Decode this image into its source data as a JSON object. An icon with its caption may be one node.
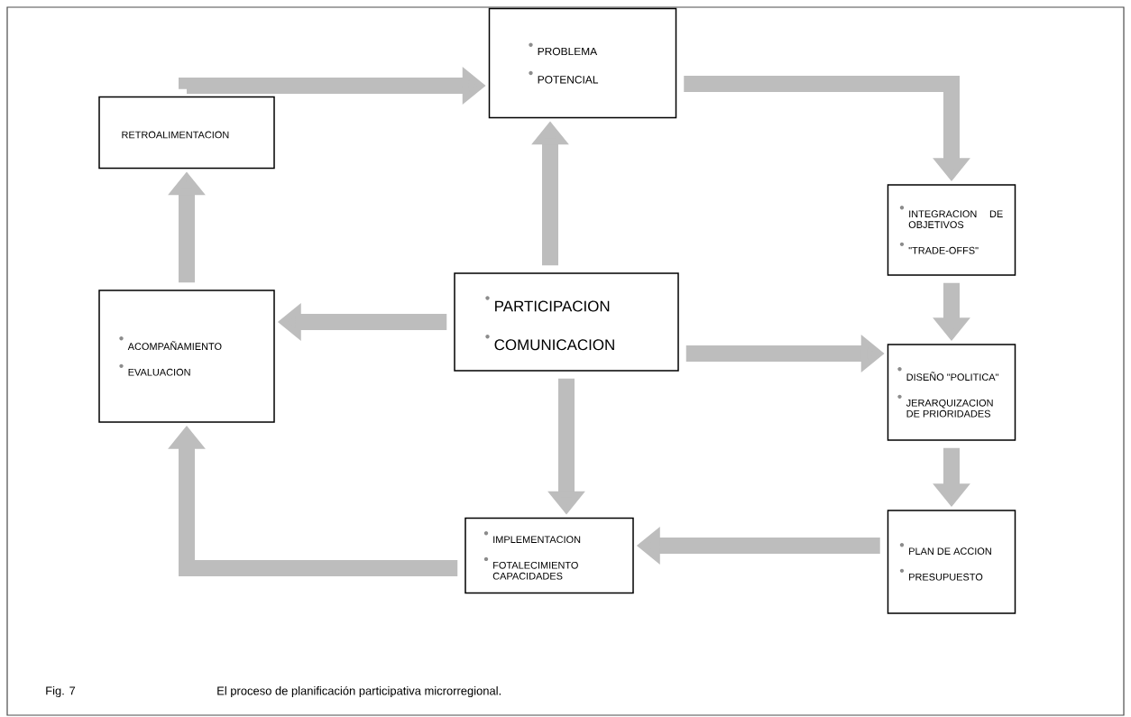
{
  "diagram": {
    "caption": "El proceso de planificación participativa microrregional.",
    "nodes": [
      {
        "text": [
          "PROBLEMA",
          "POTENCIAL"
        ]
      },
      {
        "text": [
          "INTEGRACION DE OBJETIVOS",
          "\"TRADE-OFFS\""
        ]
      },
      {
        "text": [
          "DISEÑO \"POLITICA\"",
          "JERARQUIZACION DE PRIORIDADES"
        ]
      },
      {
        "text": [
          "PLAN DE ACCION",
          "PRESUPUESTO"
        ]
      },
      {
        "text": [
          "IMPLEMENTACION",
          "FOTALECIMIENTO CAPACIDADES"
        ]
      },
      {
        "text": [
          "ACOMPAÑAMIENTO",
          "EVALUACION"
        ]
      },
      {
        "text": [
          "RETROALIMENTACION"
        ]
      },
      {
        "text": [
          "PARTICIPACION",
          "COMUNICACION"
        ]
      }
    ],
    "edges": [
      {
        "from": 6,
        "to": 0,
        "arrow": "to"
      },
      {
        "from": 0,
        "to": 1,
        "arrow": "to"
      },
      {
        "from": 1,
        "to": 2,
        "arrow": "to"
      },
      {
        "from": 2,
        "to": 3,
        "arrow": "to"
      },
      {
        "from": 3,
        "to": 4,
        "arrow": "to"
      },
      {
        "from": 4,
        "to": 5,
        "arrow": "to"
      },
      {
        "from": 5,
        "to": 6,
        "arrow": "to"
      },
      {
        "from": 7,
        "to": 0,
        "arrow": "to"
      },
      {
        "from": 7,
        "to": 2,
        "arrow": "to"
      },
      {
        "from": 7,
        "to": 4,
        "arrow": "to"
      },
      {
        "from": 7,
        "to": 5,
        "arrow": "to"
      }
    ],
    "labels": [
      "Fig. 7"
    ]
  }
}
